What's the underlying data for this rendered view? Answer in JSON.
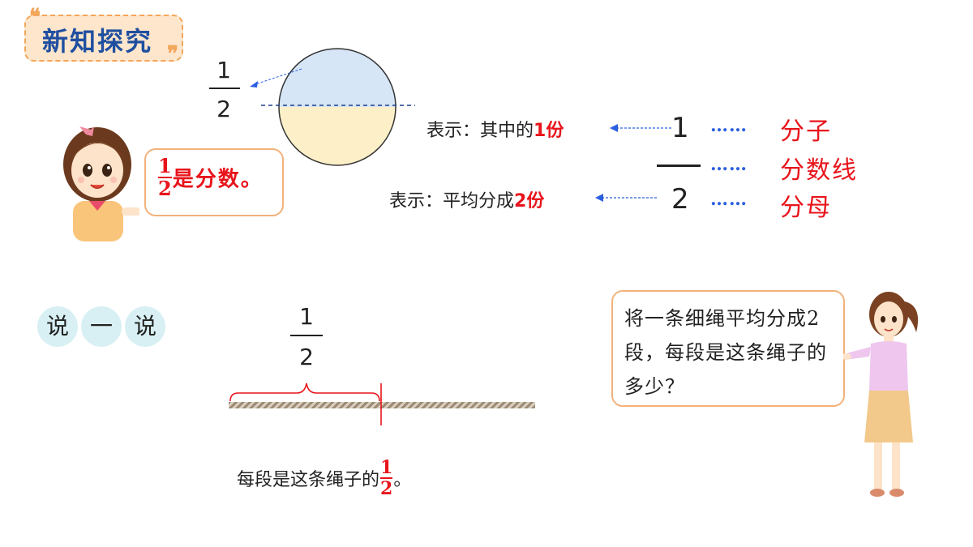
{
  "header": {
    "title": "新知探究"
  },
  "top_fraction": {
    "numerator": "1",
    "denominator": "2"
  },
  "girl_bubble": {
    "numerator": "1",
    "denominator": "2",
    "text": "是分数。"
  },
  "explanation": {
    "row1_prefix": "表示：其中的",
    "row1_highlight": "1份",
    "row2_prefix": "表示：平均分成",
    "row2_highlight": "2份",
    "numerator": "1",
    "denominator": "2",
    "dots": "……",
    "term_numerator": "分子",
    "term_line": "分数线",
    "term_denominator": "分母"
  },
  "say_section": {
    "chars": [
      "说",
      "一",
      "说"
    ]
  },
  "rope_fraction": {
    "numerator": "1",
    "denominator": "2"
  },
  "teacher_bubble": {
    "text": "将一条细绳平均分成2段，每段是这条绳子的多少？"
  },
  "answer": {
    "prefix": "每段是这条绳子的",
    "numerator": "1",
    "denominator": "2",
    "suffix": "。"
  },
  "colors": {
    "accent_red": "#e8141b",
    "arrow_blue": "#2b5fe0",
    "circle_top": "#d6e6f7",
    "circle_bottom": "#fdf0c8",
    "badge_bg": "#fde6cc"
  }
}
